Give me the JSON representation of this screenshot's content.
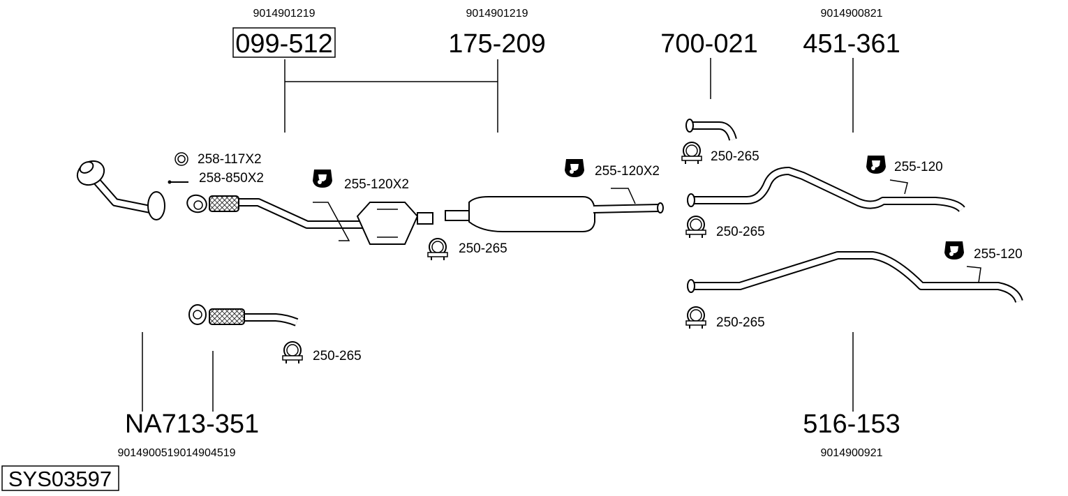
{
  "diagram_title": "SYS03597",
  "assemblies": [
    {
      "part": "099-512",
      "oe": "9014901219",
      "boxed": true
    },
    {
      "part": "175-209",
      "oe": "9014901219"
    },
    {
      "part": "700-021",
      "oe": ""
    },
    {
      "part": "451-361",
      "oe": "9014900821"
    },
    {
      "part": "NA713-351",
      "oe": "9014900519014904519"
    },
    {
      "part": "516-153",
      "oe": "9014900921"
    }
  ],
  "accessories": {
    "ring": "258-117X2",
    "bolt": "258-850X2",
    "hanger_cat": "255-120X2",
    "clamp_cat": "250-265",
    "hanger_mid": "255-120X2",
    "clamp_tail_top": "250-265",
    "hanger_tail1": "255-120",
    "clamp_tail1": "250-265",
    "hanger_tail2": "255-120",
    "clamp_tail2": "250-265",
    "clamp_front_alt": "250-265"
  }
}
